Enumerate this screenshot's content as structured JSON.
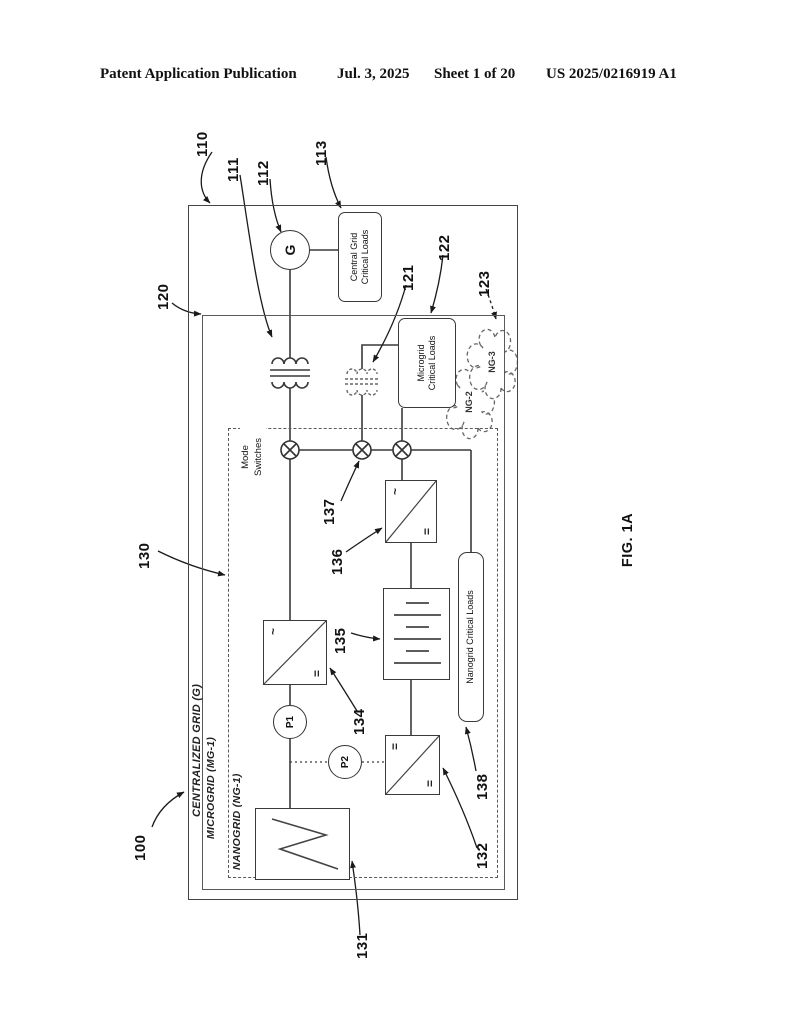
{
  "header": {
    "publication": "Patent Application Publication",
    "date": "Jul. 3, 2025",
    "sheet": "Sheet 1 of 20",
    "number": "US 2025/0216919 A1"
  },
  "figure": {
    "caption": "FIG. 1A",
    "boundaries": {
      "centralized_grid": "CENTRALIZED GRID (G)",
      "microgrid": "MICROGRID (MG-1)",
      "nanogrid": "NANOGRID (NG-1)"
    },
    "components": {
      "generator": "G",
      "central_loads": [
        "Central Grid",
        "Critical Loads"
      ],
      "microgrid_loads": [
        "Microgrid",
        "Critical Loads"
      ],
      "nanogrid_loads": "Nanogrid Critical Loads",
      "mode_switches": [
        "Mode",
        "Switches"
      ],
      "meter1": "P1",
      "meter2": "P2",
      "cloud1": "NG-2",
      "cloud2": "NG-3",
      "ac_symbol": "~",
      "dc_symbol": "="
    },
    "refs": {
      "100": "100",
      "110": "110",
      "111": "111",
      "112": "112",
      "113": "113",
      "120": "120",
      "121": "121",
      "122": "122",
      "123": "123",
      "130": "130",
      "131": "131",
      "132": "132",
      "134": "134",
      "135": "135",
      "136": "136",
      "137": "137",
      "138": "138"
    }
  }
}
